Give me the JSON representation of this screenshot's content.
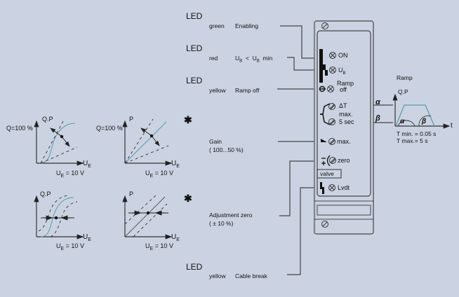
{
  "leds": [
    {
      "title": "LED",
      "color": "green",
      "function": "Enabling"
    },
    {
      "title": "LED",
      "color": "red",
      "function_parts": [
        "U",
        "B",
        "<",
        "U",
        "B",
        "min"
      ]
    },
    {
      "title": "LED",
      "color": "yellow",
      "function": "Ramp off"
    },
    {
      "title": "LED",
      "color": "yellow",
      "function": "Cable break"
    }
  ],
  "adjustments": {
    "gain": {
      "label": "Gain",
      "range": "( 100...50 %)"
    },
    "zero": {
      "label": "Adjustment zero",
      "range": "( ± 10 %)"
    },
    "marker": "✱"
  },
  "panel": {
    "on_label": "ON",
    "ub_label": "U",
    "ub_sub": "B",
    "ramp_off_label": [
      "Ramp",
      "off"
    ],
    "delta_t_label": "ΔT",
    "max_label": "max.",
    "five_sec_label": "5 sec",
    "gain_max_label": "max.",
    "zero_label": "zero",
    "valve_label": "valve",
    "lvdt_label": "Lvdt",
    "alpha": "α",
    "beta": "β"
  },
  "ramp_chart": {
    "title": "Ramp",
    "y_axis": "Q.P",
    "x_axis": "t",
    "alpha": "α",
    "beta": "β",
    "t_min": "T min. = 0.05 s",
    "t_max": "T max.= 5 s"
  },
  "chart_data": [
    {
      "type": "line",
      "title": "Gain adjustment (Q.P)",
      "ylabel": "Q.P",
      "xlabel": "U_E",
      "y_marker": "Q=100 %",
      "x_marker": "U_E = 10 V",
      "curve": "sigmoid",
      "adjust": "gain"
    },
    {
      "type": "line",
      "title": "Gain adjustment (P)",
      "ylabel": "P",
      "xlabel": "U_E",
      "y_marker": "Q=100 %",
      "x_marker": "U_E = 10 V",
      "curve": "linear",
      "adjust": "gain"
    },
    {
      "type": "line",
      "title": "Zero adjustment (Q.P)",
      "ylabel": "Q.P",
      "xlabel": "U_E",
      "x_marker": "U_E = 10 V",
      "curve": "sigmoid",
      "adjust": "zero"
    },
    {
      "type": "line",
      "title": "Zero adjustment (P)",
      "ylabel": "P",
      "xlabel": "U_E",
      "x_marker": "U_E = 10 V",
      "curve": "linear",
      "adjust": "zero"
    }
  ],
  "axis_sub": "E",
  "axis_main": "U",
  "axis_eq": " = 10 V",
  "colors": {
    "background": "#cbd3e2",
    "curve": "#5a9aaa",
    "line": "#333333"
  }
}
